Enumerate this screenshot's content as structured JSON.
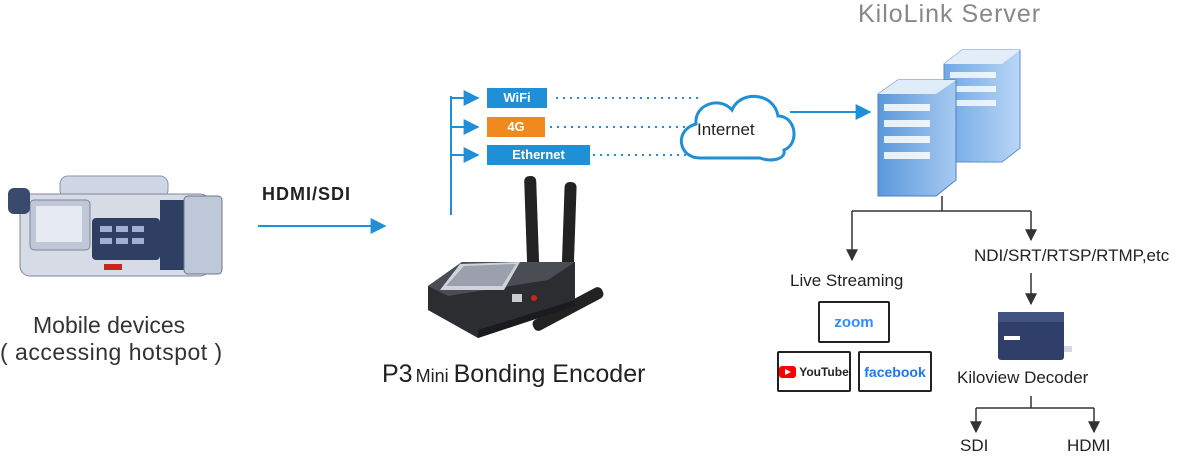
{
  "source": {
    "label_line1": "Mobile devices",
    "label_line2": "( accessing hotspot )"
  },
  "link": {
    "label": "HDMI/SDI"
  },
  "encoder": {
    "label_prefix": "P3",
    "label_small": "Mini",
    "label_suffix": "Bonding Encoder"
  },
  "networks": [
    {
      "label": "WiFi",
      "color": "#1f8fd6"
    },
    {
      "label": "4G",
      "color": "#f08a1f"
    },
    {
      "label": "Ethernet",
      "color": "#1f8fd6"
    }
  ],
  "internet": {
    "label": "Internet"
  },
  "server": {
    "label": "KiloLink Server"
  },
  "live": {
    "label": "Live Streaming",
    "platforms": [
      "zoom",
      "YouTube",
      "facebook"
    ]
  },
  "protocols": {
    "label": "NDI/SRT/RTSP/RTMP,etc"
  },
  "decoder": {
    "label": "Kiloview Decoder",
    "outputs": [
      "SDI",
      "HDMI"
    ]
  },
  "colors": {
    "accent": "#1f8fd6",
    "line": "#333333",
    "zoom": "#2d8cff",
    "youtube": "#ff0000",
    "facebook": "#1877f2"
  }
}
